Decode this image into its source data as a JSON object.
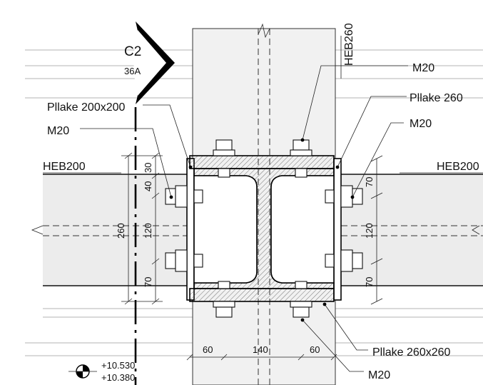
{
  "section_marker": {
    "id": "C2",
    "sheet": "36A"
  },
  "profiles": {
    "column_top": "HEB260",
    "beam_left": "HEB200",
    "beam_right": "HEB200"
  },
  "callouts": {
    "bolt_top": "M20",
    "plate_top_right": "Pllake 260",
    "bolt_right": "M20",
    "plate_left": "Pllake 200x200",
    "bolt_left": "M20",
    "plate_bottom": "Pllake 260x260",
    "bolt_bottom": "M20"
  },
  "dimensions": {
    "left_30": "30",
    "left_40": "40",
    "left_120": "120",
    "left_70": "70",
    "left_total": "260",
    "right_70_top": "70",
    "right_120": "120",
    "right_70_bottom": "70",
    "bottom_60_left": "60",
    "bottom_140": "140",
    "bottom_60_right": "60"
  },
  "levels": {
    "upper": "+10.530",
    "lower": "+10.380"
  }
}
